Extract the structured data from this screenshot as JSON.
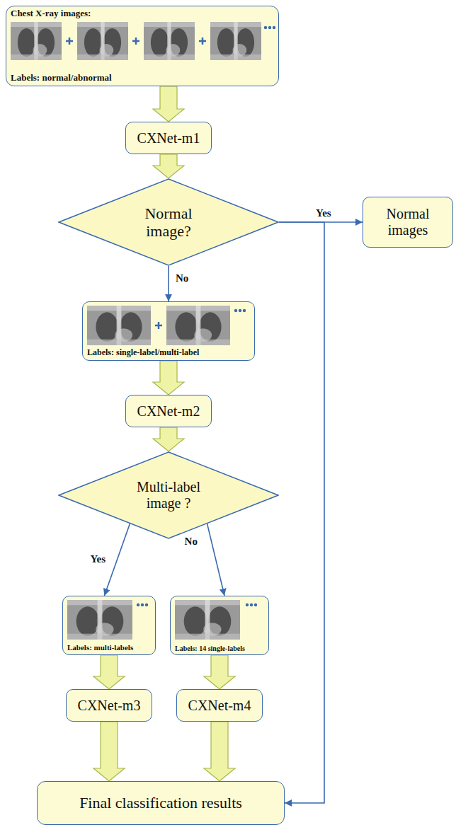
{
  "diagram": {
    "nodes": [
      {
        "text": [
          "Chest X-ray images:",
          "Labels: normal/abnormal"
        ]
      },
      {
        "text": [
          "CXNet-m1"
        ]
      },
      {
        "text": [
          "Normal image?"
        ]
      },
      {
        "text": [
          "Normal images"
        ]
      },
      {
        "text": [
          "Labels: single-label/multi-label"
        ]
      },
      {
        "text": [
          "CXNet-m2"
        ]
      },
      {
        "text": [
          "Multi-label image ?"
        ]
      },
      {
        "text": [
          "Labels: multi-labels"
        ]
      },
      {
        "text": [
          "Labels: 14 single-labels"
        ]
      },
      {
        "text": [
          "CXNet-m3"
        ]
      },
      {
        "text": [
          "CXNet-m4"
        ]
      },
      {
        "text": [
          "Final classification results"
        ]
      }
    ],
    "edges": [
      {
        "from": 0,
        "to": 1,
        "arrow": "to"
      },
      {
        "from": 1,
        "to": 2,
        "arrow": "to"
      },
      {
        "from": 2,
        "to": 3,
        "label": "Yes",
        "arrow": "to"
      },
      {
        "from": 2,
        "to": 11,
        "arrow": "to"
      },
      {
        "from": 2,
        "to": 4,
        "label": "No",
        "arrow": "to"
      },
      {
        "from": 4,
        "to": 5,
        "arrow": "to"
      },
      {
        "from": 5,
        "to": 6,
        "arrow": "to"
      },
      {
        "from": 6,
        "to": 7,
        "label": "Yes",
        "arrow": "to"
      },
      {
        "from": 6,
        "to": 8,
        "label": "No",
        "arrow": "to"
      },
      {
        "from": 7,
        "to": 9,
        "arrow": "to"
      },
      {
        "from": 8,
        "to": 10,
        "arrow": "to"
      },
      {
        "from": 9,
        "to": 11,
        "arrow": "to"
      },
      {
        "from": 10,
        "to": 11,
        "arrow": "to"
      }
    ]
  }
}
